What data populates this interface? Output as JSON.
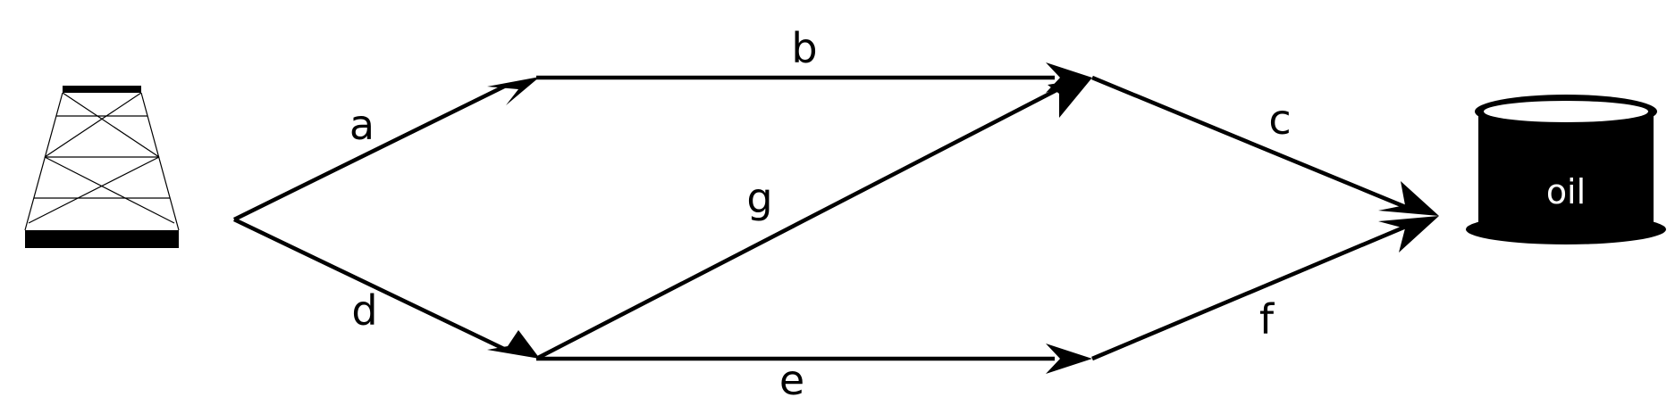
{
  "diagram": {
    "source_icon": "oil-derrick-icon",
    "target_icon": "oil-barrel-icon",
    "target_label": "oil",
    "colors": {
      "stroke": "#000000",
      "background": "#ffffff",
      "barrel_text": "#ffffff"
    },
    "edges": [
      {
        "id": "a",
        "label": "a"
      },
      {
        "id": "b",
        "label": "b"
      },
      {
        "id": "c",
        "label": "c"
      },
      {
        "id": "d",
        "label": "d"
      },
      {
        "id": "e",
        "label": "e"
      },
      {
        "id": "f",
        "label": "f"
      },
      {
        "id": "g",
        "label": "g"
      }
    ]
  }
}
